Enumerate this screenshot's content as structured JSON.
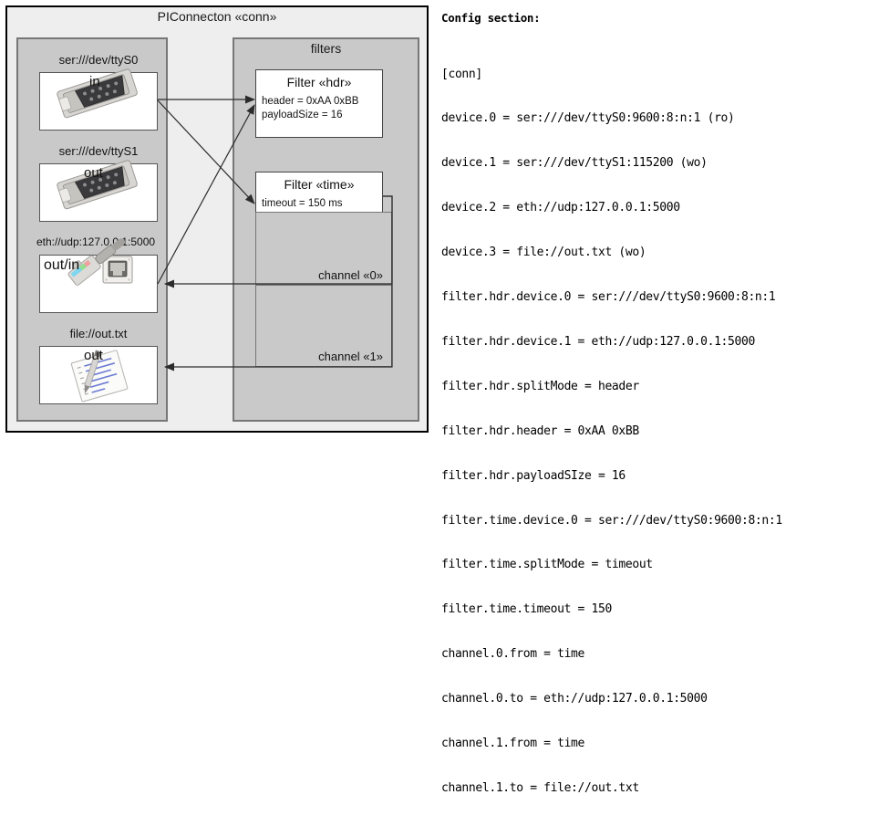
{
  "diagram": {
    "outer": {
      "title": "PIConnecton «conn»"
    },
    "devices_group": {
      "label": ""
    },
    "filters_group": {
      "title": "filters"
    },
    "devices": [
      {
        "name": "ser:///dev/ttyS0",
        "direction": "in",
        "icon": "serial-db9-icon"
      },
      {
        "name": "ser:///dev/ttyS1",
        "direction": "out",
        "icon": "serial-db9-icon"
      },
      {
        "name": "eth://udp:127.0.0.1:5000",
        "direction": "out/in",
        "icon": "ethernet-jack-icon"
      },
      {
        "name": "file://out.txt",
        "direction": "out",
        "icon": "text-file-pencil-icon"
      }
    ],
    "filters": [
      {
        "title": "Filter «hdr»",
        "props": [
          "header = 0xAA 0xBB",
          "payloadSize = 16"
        ]
      },
      {
        "title": "Filter «time»",
        "props": [
          "timeout = 150 ms"
        ]
      }
    ],
    "channels": [
      {
        "label": "channel «0»"
      },
      {
        "label": "channel «1»"
      }
    ]
  },
  "config": {
    "heading": "Config section:",
    "lines": [
      "[conn]",
      "device.0 = ser:///dev/ttyS0:9600:8:n:1 (ro)",
      "device.1 = ser:///dev/ttyS1:115200 (wo)",
      "device.2 = eth://udp:127.0.0.1:5000",
      "device.3 = file://out.txt (wo)",
      "filter.hdr.device.0 = ser:///dev/ttyS0:9600:8:n:1",
      "filter.hdr.device.1 = eth://udp:127.0.0.1:5000",
      "filter.hdr.splitMode = header",
      "filter.hdr.header = 0xAA 0xBB",
      "filter.hdr.payloadSIze = 16",
      "filter.time.device.0 = ser:///dev/ttyS0:9600:8:n:1",
      "filter.time.splitMode = timeout",
      "filter.time.timeout = 150",
      "channel.0.from = time",
      "channel.0.to = eth://udp:127.0.0.1:5000",
      "channel.1.from = time",
      "channel.1.to = file://out.txt"
    ]
  },
  "colors": {
    "page_background": "#ffffff",
    "outer_fill": "#eeeeee",
    "outer_border": "#000000",
    "group_fill": "#c9c9c9",
    "group_border": "#777777",
    "card_fill": "#ffffff",
    "card_border": "#555555",
    "line": "#333333",
    "text": "#111111"
  }
}
